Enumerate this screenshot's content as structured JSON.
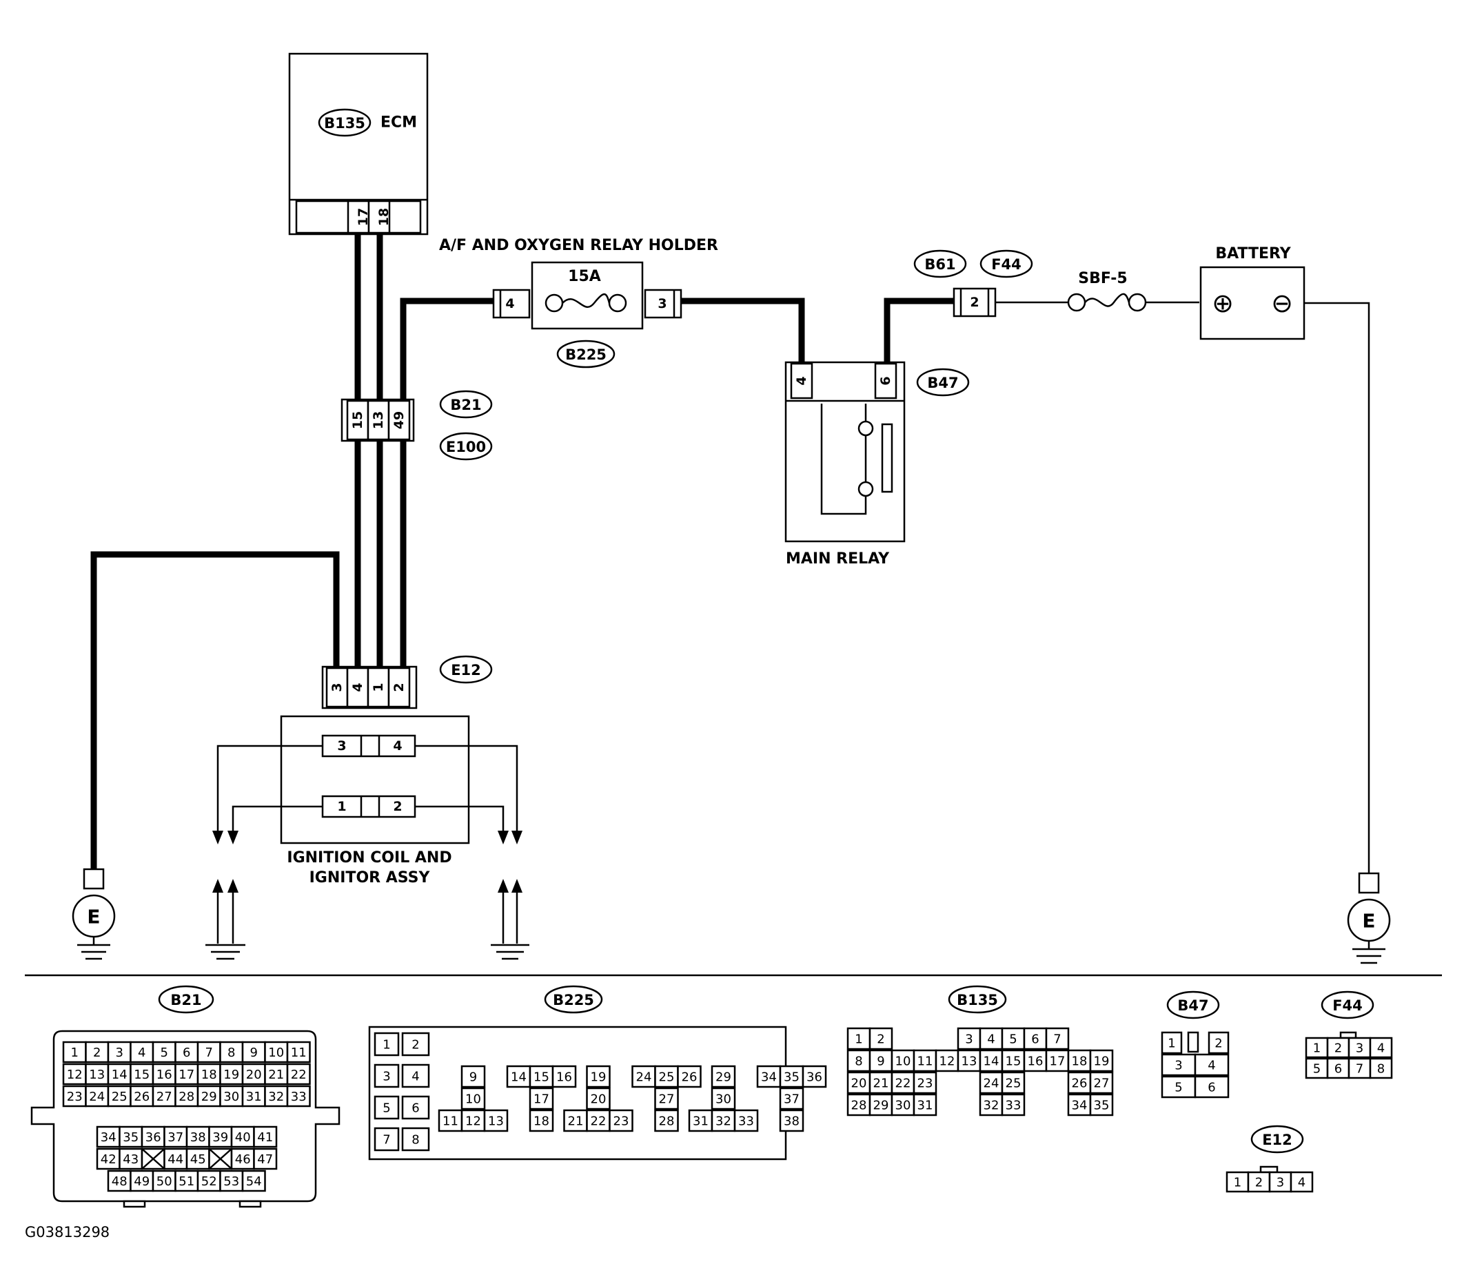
{
  "labels": {
    "ecm": "ECM",
    "relay_holder": "A/F AND OXYGEN RELAY HOLDER",
    "fuse_rating": "15A",
    "main_relay": "MAIN RELAY",
    "sbf": "SBF-5",
    "battery": "BATTERY",
    "coil_line1": "IGNITION COIL AND",
    "coil_line2": "IGNITOR ASSY",
    "ground_left": "E",
    "ground_right": "E",
    "figure_code": "G03813298"
  },
  "connector_ids": {
    "b135": "B135",
    "b225": "B225",
    "b21": "B21",
    "e100": "E100",
    "b61": "B61",
    "f44": "F44",
    "b47": "B47",
    "e12": "E12"
  },
  "pins": {
    "ecm": [
      "17",
      "18"
    ],
    "fuse_in": "4",
    "fuse_out": "3",
    "b21": [
      "15",
      "13",
      "49"
    ],
    "relay": [
      "4",
      "6"
    ],
    "f44": "2",
    "e12": [
      "3",
      "4",
      "1",
      "2"
    ],
    "coil_upper": [
      "3",
      "4"
    ],
    "coil_lower": [
      "1",
      "2"
    ]
  },
  "battery_terminals": {
    "pos": "⊕",
    "neg": "⊖"
  },
  "connector_views": {
    "b21": {
      "label": "B21",
      "row1": [
        "1",
        "2",
        "3",
        "4",
        "5",
        "6",
        "7",
        "8",
        "9",
        "10",
        "11"
      ],
      "row2": [
        "12",
        "13",
        "14",
        "15",
        "16",
        "17",
        "18",
        "19",
        "20",
        "21",
        "22"
      ],
      "row3": [
        "23",
        "24",
        "25",
        "26",
        "27",
        "28",
        "29",
        "30",
        "31",
        "32",
        "33"
      ],
      "row4": [
        "34",
        "35",
        "36",
        "37",
        "38",
        "39",
        "40",
        "41"
      ],
      "row5": [
        "42",
        "43",
        "",
        "44",
        "45",
        "",
        "46",
        "47"
      ],
      "row6": [
        "48",
        "49",
        "50",
        "51",
        "52",
        "53",
        "54"
      ]
    },
    "b225": {
      "label": "B225",
      "pairs": [
        [
          "1",
          "2"
        ],
        [
          "3",
          "4"
        ],
        [
          "5",
          "6"
        ],
        [
          "7",
          "8"
        ]
      ],
      "cells": [
        {
          "t": "9",
          "c": 0,
          "r": 0
        },
        {
          "t": "10",
          "c": 0,
          "r": 1
        },
        {
          "t": "11",
          "c": -1,
          "r": 2
        },
        {
          "t": "12",
          "c": 0,
          "r": 2
        },
        {
          "t": "13",
          "c": 1,
          "r": 2
        },
        {
          "t": "14",
          "c": 2,
          "r": 0
        },
        {
          "t": "15",
          "c": 3,
          "r": 0
        },
        {
          "t": "16",
          "c": 4,
          "r": 0
        },
        {
          "t": "17",
          "c": 3,
          "r": 1
        },
        {
          "t": "18",
          "c": 3,
          "r": 2
        },
        {
          "t": "19",
          "c": 5.5,
          "r": 0
        },
        {
          "t": "20",
          "c": 5.5,
          "r": 1
        },
        {
          "t": "21",
          "c": 4.5,
          "r": 2
        },
        {
          "t": "22",
          "c": 5.5,
          "r": 2
        },
        {
          "t": "23",
          "c": 6.5,
          "r": 2
        },
        {
          "t": "24",
          "c": 7.5,
          "r": 0
        },
        {
          "t": "25",
          "c": 8.5,
          "r": 0
        },
        {
          "t": "26",
          "c": 9.5,
          "r": 0
        },
        {
          "t": "27",
          "c": 8.5,
          "r": 1
        },
        {
          "t": "28",
          "c": 8.5,
          "r": 2
        },
        {
          "t": "29",
          "c": 11,
          "r": 0
        },
        {
          "t": "30",
          "c": 11,
          "r": 1
        },
        {
          "t": "31",
          "c": 10,
          "r": 2
        },
        {
          "t": "32",
          "c": 11,
          "r": 2
        },
        {
          "t": "33",
          "c": 12,
          "r": 2
        },
        {
          "t": "34",
          "c": 13,
          "r": 0
        },
        {
          "t": "35",
          "c": 14,
          "r": 0
        },
        {
          "t": "36",
          "c": 15,
          "r": 0
        },
        {
          "t": "37",
          "c": 14,
          "r": 1
        },
        {
          "t": "38",
          "c": 14,
          "r": 2
        }
      ]
    },
    "b135": {
      "label": "B135",
      "cells": [
        {
          "t": "1",
          "c": 0,
          "r": 0
        },
        {
          "t": "2",
          "c": 1,
          "r": 0
        },
        {
          "t": "3",
          "c": 5,
          "r": 0
        },
        {
          "t": "4",
          "c": 6,
          "r": 0
        },
        {
          "t": "5",
          "c": 7,
          "r": 0
        },
        {
          "t": "6",
          "c": 8,
          "r": 0
        },
        {
          "t": "7",
          "c": 9,
          "r": 0
        },
        {
          "t": "8",
          "c": 0,
          "r": 1
        },
        {
          "t": "9",
          "c": 1,
          "r": 1
        },
        {
          "t": "10",
          "c": 2,
          "r": 1
        },
        {
          "t": "11",
          "c": 3,
          "r": 1
        },
        {
          "t": "12",
          "c": 4,
          "r": 1
        },
        {
          "t": "13",
          "c": 5,
          "r": 1
        },
        {
          "t": "14",
          "c": 6,
          "r": 1
        },
        {
          "t": "15",
          "c": 7,
          "r": 1
        },
        {
          "t": "16",
          "c": 8,
          "r": 1
        },
        {
          "t": "17",
          "c": 9,
          "r": 1
        },
        {
          "t": "18",
          "c": 10,
          "r": 1
        },
        {
          "t": "19",
          "c": 11,
          "r": 1
        },
        {
          "t": "20",
          "c": 0,
          "r": 2
        },
        {
          "t": "21",
          "c": 1,
          "r": 2
        },
        {
          "t": "22",
          "c": 2,
          "r": 2
        },
        {
          "t": "23",
          "c": 3,
          "r": 2
        },
        {
          "t": "24",
          "c": 6,
          "r": 2
        },
        {
          "t": "25",
          "c": 7,
          "r": 2
        },
        {
          "t": "26",
          "c": 10,
          "r": 2
        },
        {
          "t": "27",
          "c": 11,
          "r": 2
        },
        {
          "t": "28",
          "c": 0,
          "r": 3
        },
        {
          "t": "29",
          "c": 1,
          "r": 3
        },
        {
          "t": "30",
          "c": 2,
          "r": 3
        },
        {
          "t": "31",
          "c": 3,
          "r": 3
        },
        {
          "t": "32",
          "c": 6,
          "r": 3
        },
        {
          "t": "33",
          "c": 7,
          "r": 3
        },
        {
          "t": "34",
          "c": 10,
          "r": 3
        },
        {
          "t": "35",
          "c": 11,
          "r": 3
        }
      ]
    },
    "b47": {
      "label": "B47",
      "cells": [
        {
          "t": "1",
          "c": 0,
          "r": 0
        },
        {
          "t": "2",
          "c": 1,
          "r": 0
        },
        {
          "t": "3",
          "c": 0,
          "r": 1
        },
        {
          "t": "4",
          "c": 1,
          "r": 1
        },
        {
          "t": "5",
          "c": 0,
          "r": 2
        },
        {
          "t": "6",
          "c": 1,
          "r": 2
        }
      ]
    },
    "f44": {
      "label": "F44",
      "row1": [
        "1",
        "2",
        "3",
        "4"
      ],
      "row2": [
        "5",
        "6",
        "7",
        "8"
      ]
    },
    "e12": {
      "label": "E12",
      "row1": [
        "1",
        "2",
        "3",
        "4"
      ]
    }
  }
}
